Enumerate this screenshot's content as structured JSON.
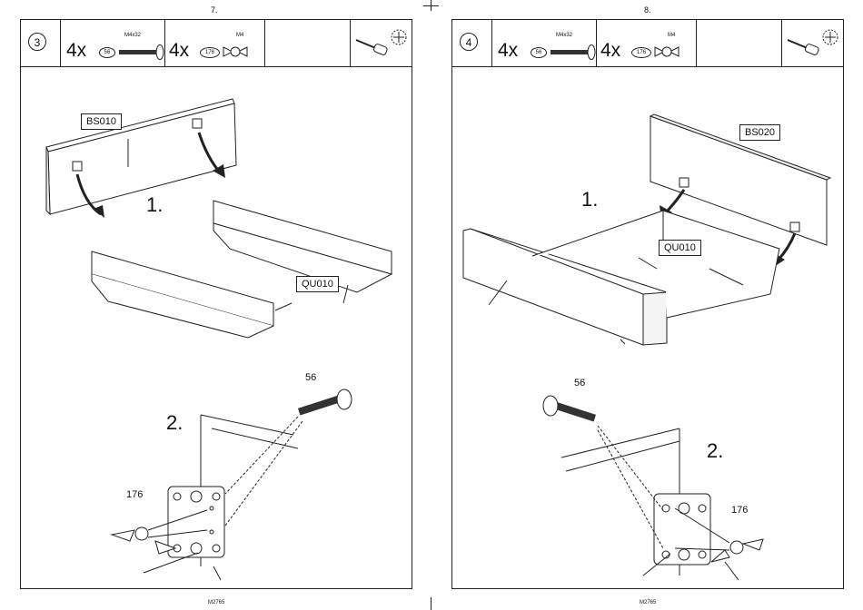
{
  "pages": [
    {
      "page_number": "7.",
      "step": "3",
      "hardware": [
        {
          "qty": "4x",
          "code": "56",
          "spec": "M4x32",
          "kind": "bolt"
        },
        {
          "qty": "4x",
          "code": "176",
          "spec": "M4",
          "kind": "wing-nut"
        }
      ],
      "tools": [
        "screwdriver-icon",
        "cross-recess-icon"
      ],
      "labels": {
        "part_a": "BS010",
        "part_b": "QU010"
      },
      "substep_1": "1.",
      "substep_2": "2.",
      "bolt_label": "56",
      "nut_label": "176",
      "footer": "M2765"
    },
    {
      "page_number": "8.",
      "step": "4",
      "hardware": [
        {
          "qty": "4x",
          "code": "56",
          "spec": "M4x32",
          "kind": "bolt"
        },
        {
          "qty": "4x",
          "code": "176",
          "spec": "M4",
          "kind": "wing-nut"
        }
      ],
      "tools": [
        "screwdriver-icon",
        "cross-recess-icon"
      ],
      "labels": {
        "part_a": "BS020",
        "part_b": "QU010"
      },
      "substep_1": "1.",
      "substep_2": "2.",
      "bolt_label": "56",
      "nut_label": "176",
      "footer": "M2765"
    }
  ]
}
